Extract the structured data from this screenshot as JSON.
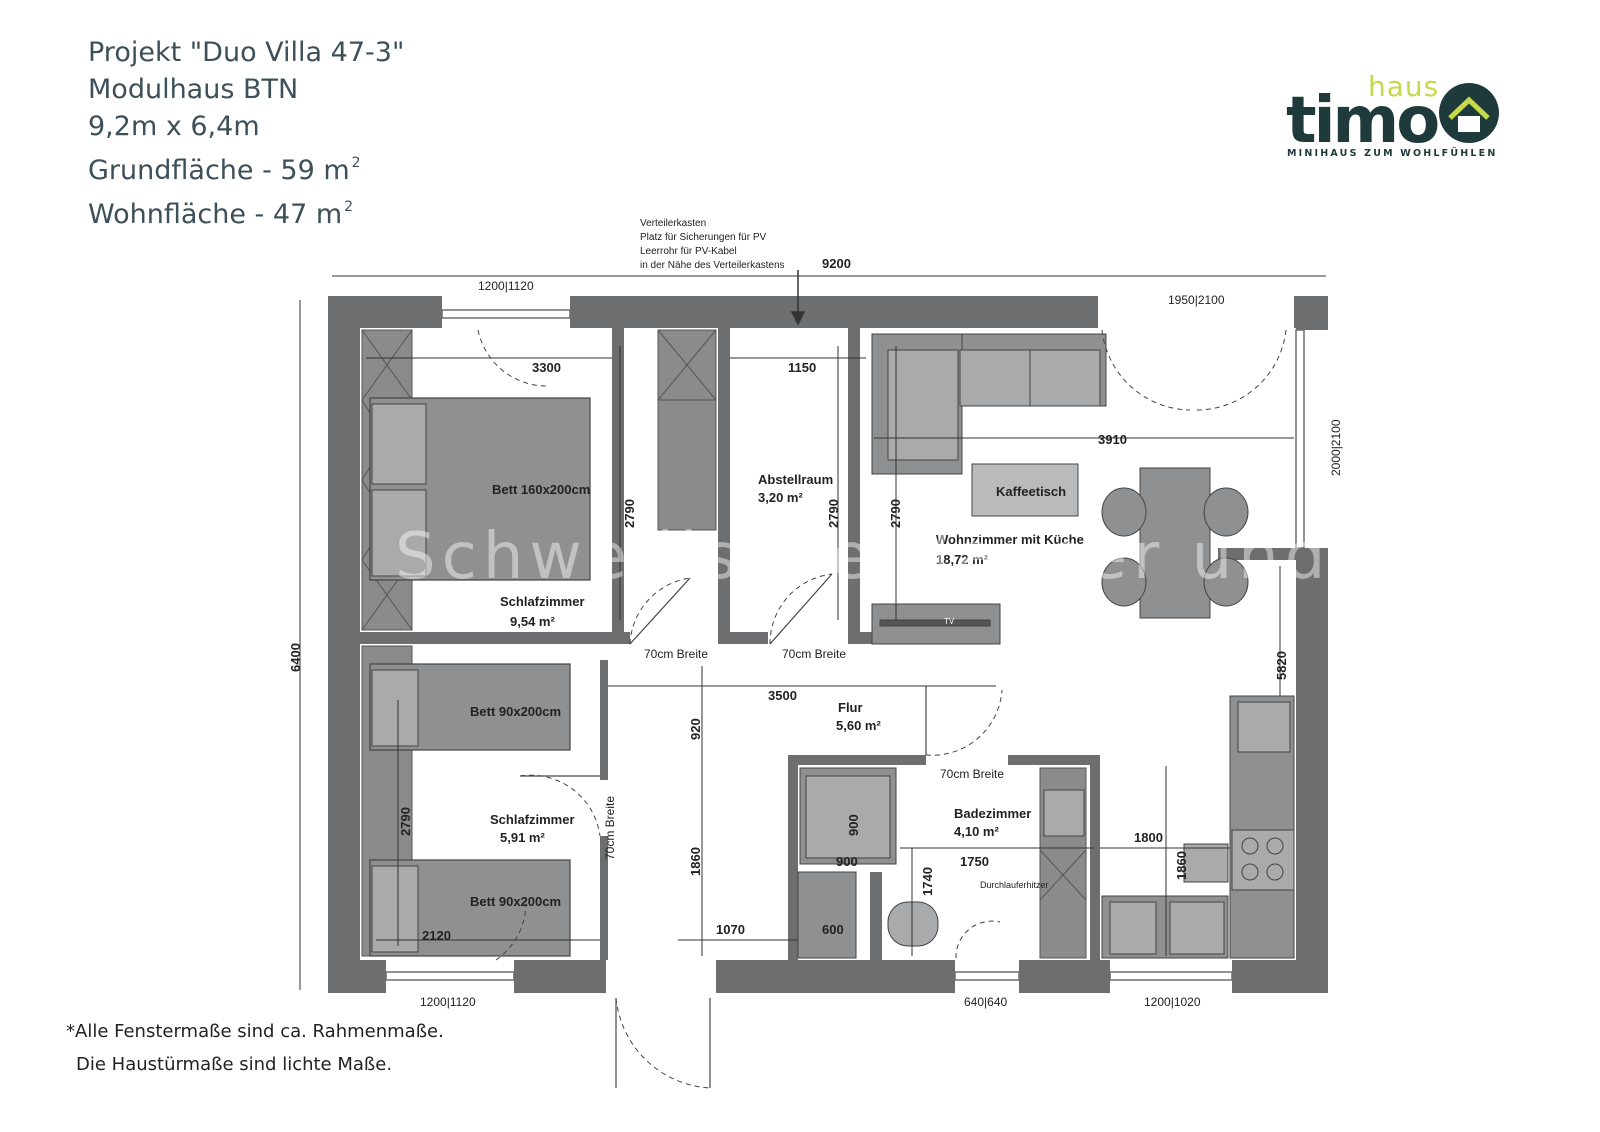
{
  "header": {
    "line1": "Projekt \"Duo Villa 47-3\"",
    "line2": "Modulhaus BTN",
    "line3": "9,2m x 6,4m",
    "line4_text": "Grundfläche - 59 m",
    "line5_text": "Wohnfläche - 47 m",
    "sup": "2"
  },
  "logo": {
    "haus": "haus",
    "timo": "timo",
    "tagline": "MINIHAUS ZUM WOHLFÜHLEN",
    "brand_color": "#1f3a3a",
    "accent_color": "#c5d94a"
  },
  "watermark": "Schwedische Häuser und Minihäuser",
  "notes": {
    "line1": "*Alle Fenstermaße sind ca. Rahmenmaße.",
    "line2": "Die Haustürmaße sind lichte Maße."
  },
  "annotation": {
    "line1": "Verteilerkasten",
    "line2": "Platz für Sicherungen für PV",
    "line3": "Leerrohr für PV-Kabel",
    "line4": "in der Nähe des Verteilerkastens"
  },
  "rooms": {
    "schlafzimmer1": {
      "name": "Schlafzimmer",
      "area": "9,54 m²"
    },
    "abstellraum": {
      "name": "Abstellraum",
      "area": "3,20 m²"
    },
    "wohnzimmer": {
      "name": "Wohnzimmer mit Küche",
      "area": "18,72 m²"
    },
    "flur": {
      "name": "Flur",
      "area": "5,60 m²"
    },
    "schlafzimmer2": {
      "name": "Schlafzimmer",
      "area": "5,91 m²"
    },
    "badezimmer": {
      "name": "Badezimmer",
      "area": "4,10 m²"
    }
  },
  "furniture": {
    "bett_gross": "Bett 160x200cm",
    "bett_klein_1": "Bett 90x200cm",
    "bett_klein_2": "Bett 90x200cm",
    "kaffeetisch": "Kaffeetisch",
    "tv": "TV",
    "durchlauferhitzer": "Durchlauferhitzer"
  },
  "doors": {
    "d1": "70cm Breite",
    "d2": "70cm Breite",
    "d3": "70cm Breite",
    "d4": "70cm Breite"
  },
  "dimensions": {
    "total_width": "9200",
    "total_height": "6400",
    "w_top_left": "1200|1120",
    "w_top_right": "1950|2100",
    "w_right": "2000|2100",
    "w_bottom_left": "1200|1120",
    "w_bottom_mid": "640|640",
    "w_bottom_right": "1200|1020",
    "d3300": "3300",
    "d1150": "1150",
    "d3910": "3910",
    "d2790a": "2790",
    "d2790b": "2790",
    "d2790c": "2790",
    "d2790d": "2790",
    "d3500": "3500",
    "d920": "920",
    "d1860a": "1860",
    "d1860b": "1860",
    "d5820": "5820",
    "d1800": "1800",
    "d1750": "1750",
    "d1740": "1740",
    "d900a": "900",
    "d900b": "900",
    "d600": "600",
    "d1070": "1070",
    "d2120": "2120"
  }
}
